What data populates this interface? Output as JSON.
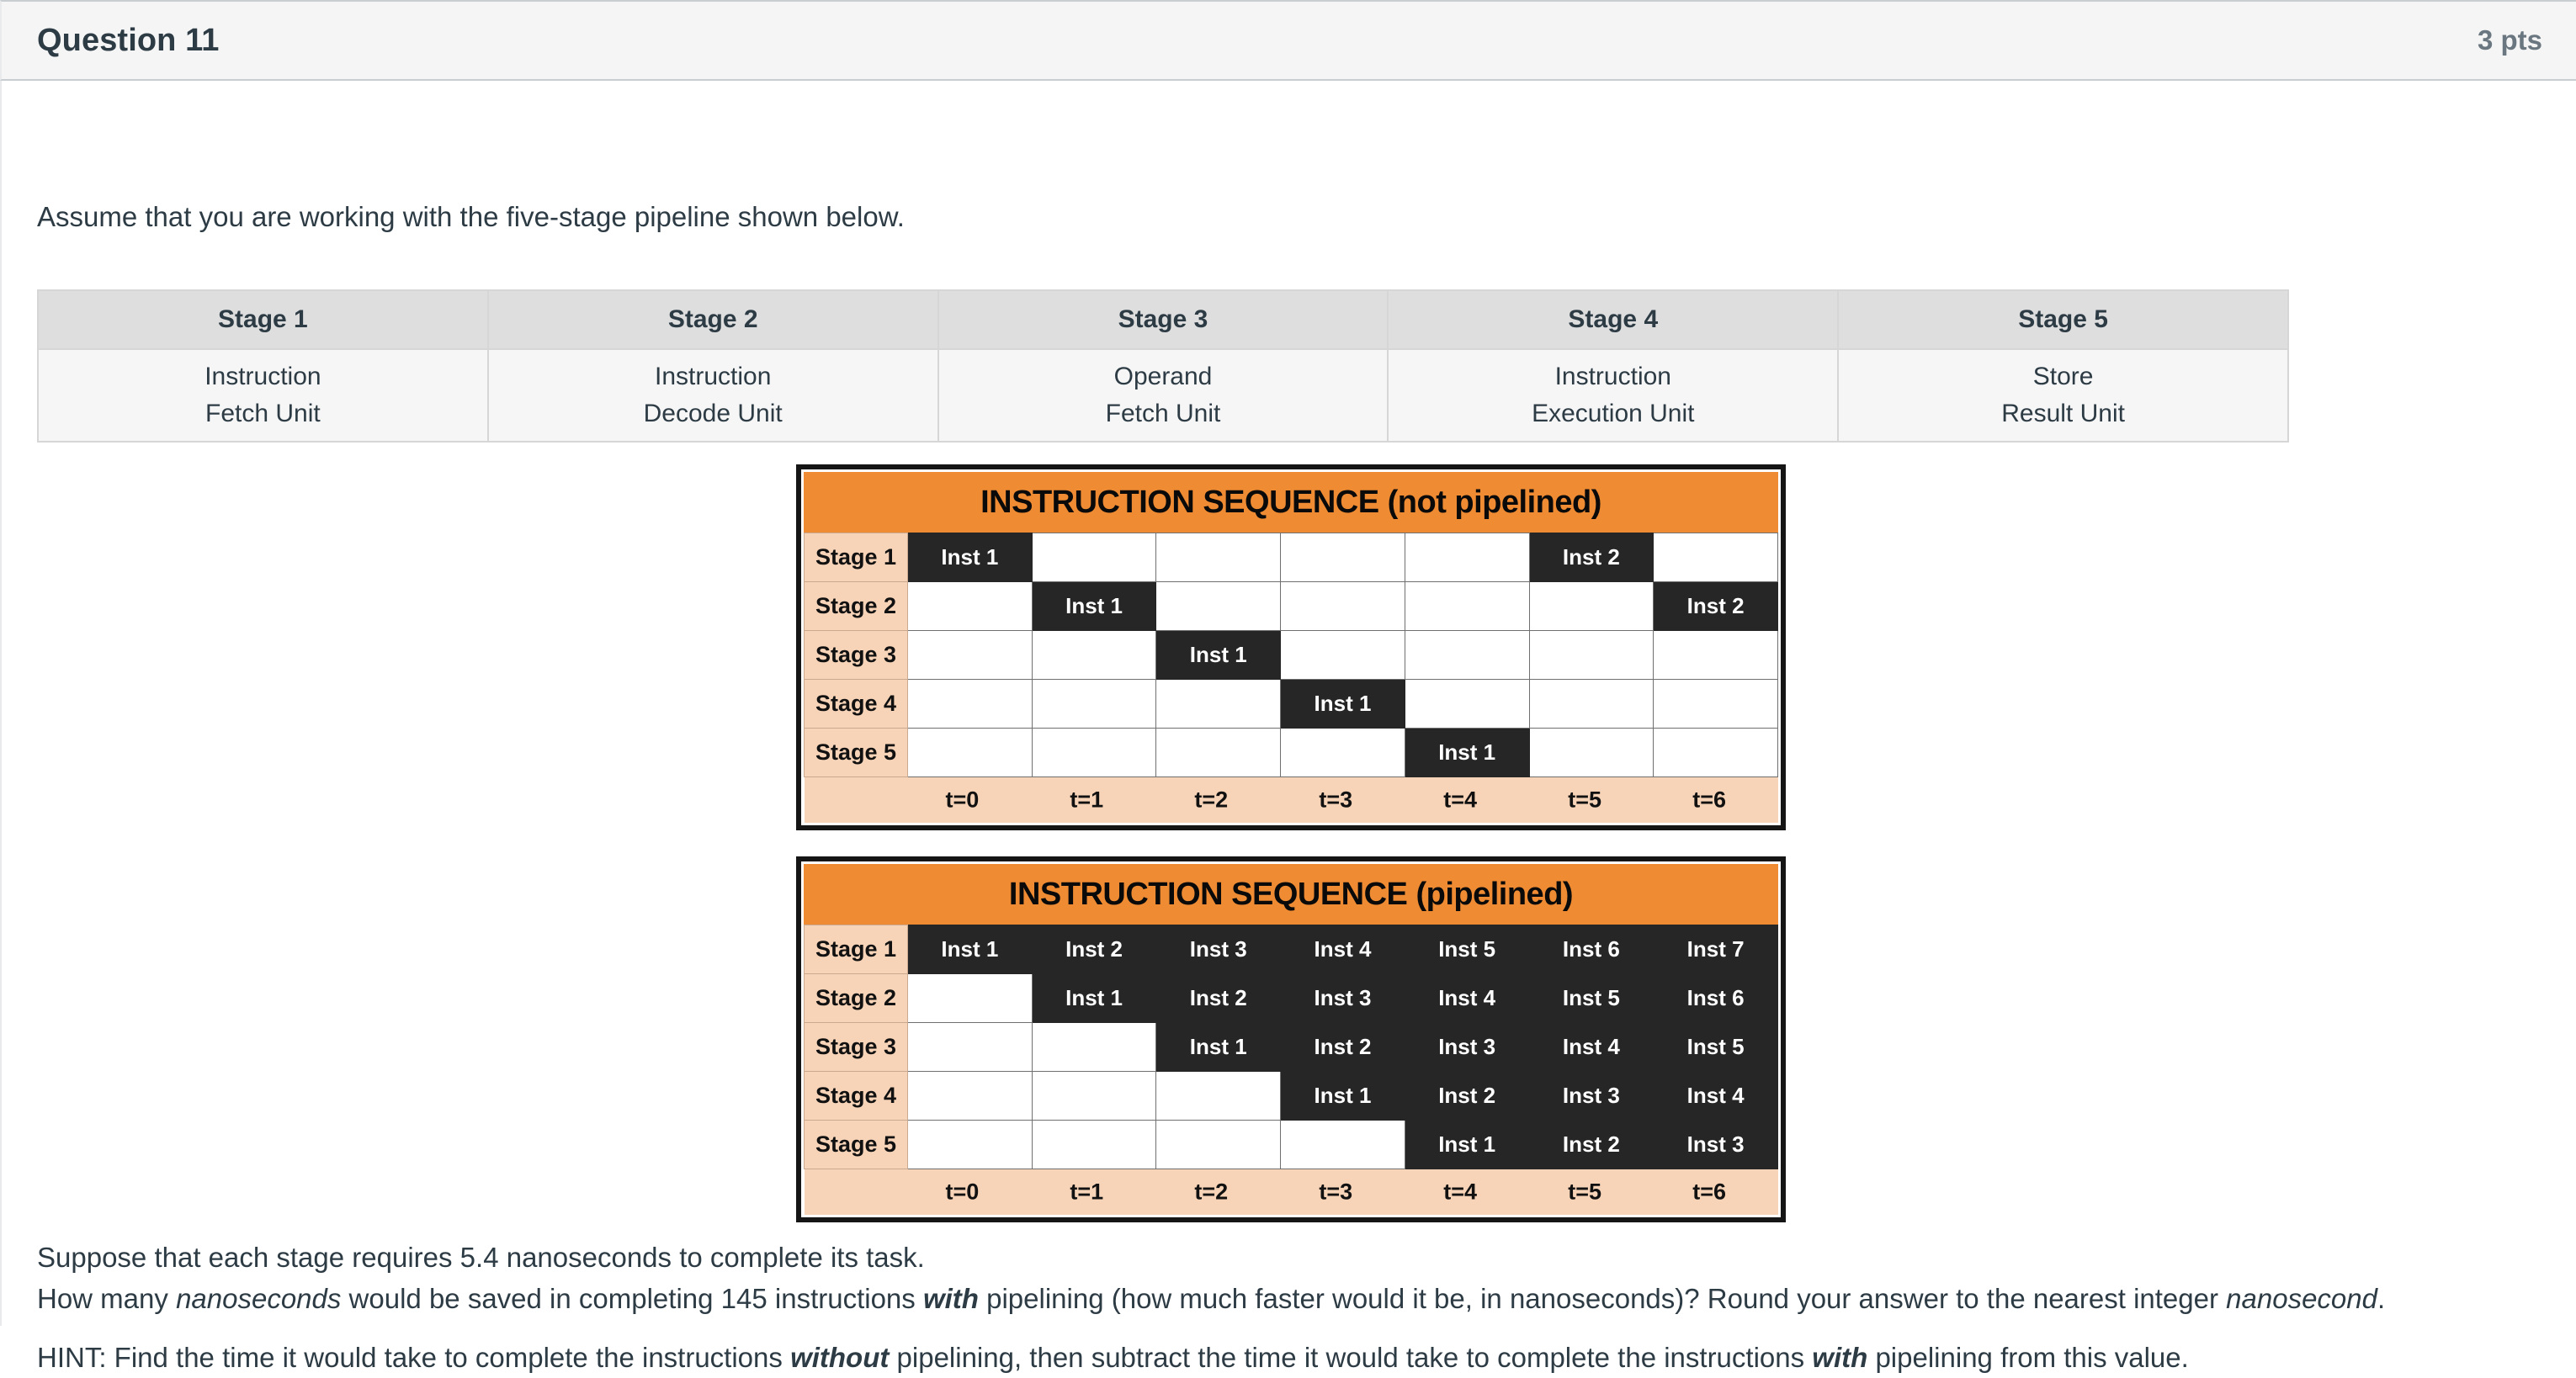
{
  "header": {
    "title": "Question 11",
    "points": "3 pts"
  },
  "intro": {
    "text": "Assume that you are working with the five-stage pipeline shown below."
  },
  "stage_table": {
    "headers": [
      "Stage 1",
      "Stage 2",
      "Stage 3",
      "Stage 4",
      "Stage 5"
    ],
    "cells": [
      {
        "line1": "Instruction",
        "line2": "Fetch Unit"
      },
      {
        "line1": "Instruction",
        "line2": "Decode Unit"
      },
      {
        "line1": "Operand",
        "line2": "Fetch Unit"
      },
      {
        "line1": "Instruction",
        "line2": "Execution Unit"
      },
      {
        "line1": "Store",
        "line2": "Result Unit"
      }
    ]
  },
  "diagrams": [
    {
      "title": "INSTRUCTION SEQUENCE (not pipelined)",
      "stage_labels": [
        "Stage 1",
        "Stage 2",
        "Stage 3",
        "Stage 4",
        "Stage 5"
      ],
      "time_labels": [
        "t=0",
        "t=1",
        "t=2",
        "t=3",
        "t=4",
        "t=5",
        "t=6"
      ],
      "rows": [
        [
          "Inst 1",
          "",
          "",
          "",
          "",
          "Inst 2",
          ""
        ],
        [
          "",
          "Inst 1",
          "",
          "",
          "",
          "",
          "Inst 2"
        ],
        [
          "",
          "",
          "Inst 1",
          "",
          "",
          "",
          ""
        ],
        [
          "",
          "",
          "",
          "Inst 1",
          "",
          "",
          ""
        ],
        [
          "",
          "",
          "",
          "",
          "Inst 1",
          "",
          ""
        ]
      ]
    },
    {
      "title": "INSTRUCTION SEQUENCE (pipelined)",
      "stage_labels": [
        "Stage 1",
        "Stage 2",
        "Stage 3",
        "Stage 4",
        "Stage 5"
      ],
      "time_labels": [
        "t=0",
        "t=1",
        "t=2",
        "t=3",
        "t=4",
        "t=5",
        "t=6"
      ],
      "rows": [
        [
          "Inst 1",
          "Inst 2",
          "Inst 3",
          "Inst 4",
          "Inst 5",
          "Inst 6",
          "Inst 7"
        ],
        [
          "",
          "Inst 1",
          "Inst 2",
          "Inst 3",
          "Inst 4",
          "Inst 5",
          "Inst 6"
        ],
        [
          "",
          "",
          "Inst 1",
          "Inst 2",
          "Inst 3",
          "Inst 4",
          "Inst 5"
        ],
        [
          "",
          "",
          "",
          "Inst 1",
          "Inst 2",
          "Inst 3",
          "Inst 4"
        ],
        [
          "",
          "",
          "",
          "",
          "Inst 1",
          "Inst 2",
          "Inst 3"
        ]
      ]
    }
  ],
  "closing": {
    "line1": "Suppose that each stage requires 5.4 nanoseconds to complete its task.",
    "line2_a": "How many ",
    "line2_b": "nanoseconds",
    "line2_c": " would be saved in completing 145 instructions ",
    "line2_d": "with",
    "line2_e": " pipelining (how much faster would it be, in nanoseconds)? Round your answer to the nearest integer ",
    "line2_f": "nanosecond",
    "line2_g": ".",
    "line3_a": "HINT: Find the time it would take to complete the instructions ",
    "line3_b": "without",
    "line3_c": " pipelining, then subtract the time it would take to complete the instructions ",
    "line3_d": "with",
    "line3_e": " pipelining from this value."
  },
  "colors": {
    "accent_orange": "#ef8b33",
    "peach": "#f7d4b8",
    "cell_dark": "#262626",
    "header_bg": "#f5f5f5",
    "text": "#2d3b45"
  }
}
